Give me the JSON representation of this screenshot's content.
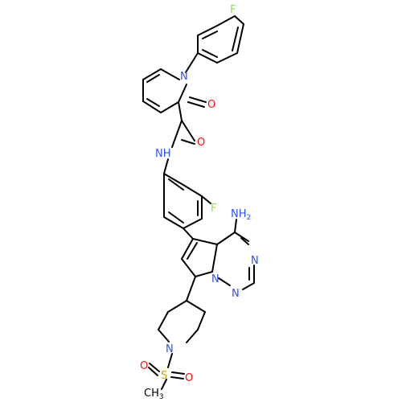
{
  "colors": {
    "bond": "#000000",
    "N": "#3050F8",
    "O": "#FF0D0D",
    "F": "#90E050",
    "S": "#CCA000",
    "C": "#000000"
  },
  "atoms": [
    {
      "id": "F1",
      "symbol": "F",
      "text": "F"
    },
    {
      "id": "N1",
      "symbol": "N",
      "text": "N"
    },
    {
      "id": "O1",
      "symbol": "O",
      "text": "O"
    },
    {
      "id": "O2",
      "symbol": "O",
      "text": "O"
    },
    {
      "id": "N2",
      "symbol": "N",
      "text": "NH"
    },
    {
      "id": "F2",
      "symbol": "F",
      "text": "F"
    },
    {
      "id": "N3",
      "symbol": "N",
      "text": "NH",
      "subscript": "2"
    },
    {
      "id": "N4",
      "symbol": "N",
      "text": "N"
    },
    {
      "id": "N5",
      "symbol": "N",
      "text": "N"
    },
    {
      "id": "N6",
      "symbol": "N",
      "text": "N"
    },
    {
      "id": "N7",
      "symbol": "N",
      "text": "N"
    },
    {
      "id": "S1",
      "symbol": "S",
      "text": "S"
    },
    {
      "id": "O3",
      "symbol": "O",
      "text": "O"
    },
    {
      "id": "O4",
      "symbol": "O",
      "text": "O"
    },
    {
      "id": "CH3",
      "symbol": "C",
      "text": "CH",
      "subscript": "3"
    }
  ]
}
